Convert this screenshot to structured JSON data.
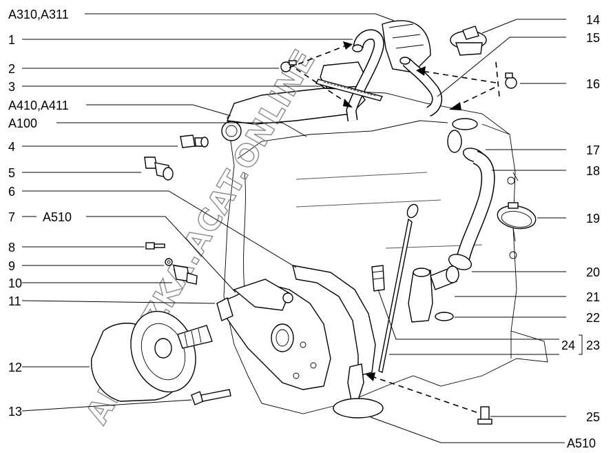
{
  "labels_left": [
    {
      "id": "a310",
      "text": "A310,A311"
    },
    {
      "id": "1",
      "text": "1"
    },
    {
      "id": "2",
      "text": "2"
    },
    {
      "id": "3",
      "text": "3"
    },
    {
      "id": "a410",
      "text": "A410,A411"
    },
    {
      "id": "a100",
      "text": "A100"
    },
    {
      "id": "4",
      "text": "4"
    },
    {
      "id": "5",
      "text": "5"
    },
    {
      "id": "6",
      "text": "6"
    },
    {
      "id": "7",
      "text": "7"
    },
    {
      "id": "a510_left",
      "text": "A510"
    },
    {
      "id": "8",
      "text": "8"
    },
    {
      "id": "9",
      "text": "9"
    },
    {
      "id": "10",
      "text": "10"
    },
    {
      "id": "11",
      "text": "11"
    },
    {
      "id": "12",
      "text": "12"
    },
    {
      "id": "13",
      "text": "13"
    }
  ],
  "labels_right": [
    {
      "id": "14",
      "text": "14"
    },
    {
      "id": "15",
      "text": "15"
    },
    {
      "id": "16",
      "text": "16"
    },
    {
      "id": "17",
      "text": "17"
    },
    {
      "id": "18",
      "text": "18"
    },
    {
      "id": "19",
      "text": "19"
    },
    {
      "id": "20",
      "text": "20"
    },
    {
      "id": "21",
      "text": "21"
    },
    {
      "id": "22",
      "text": "22"
    },
    {
      "id": "24",
      "text": "24"
    },
    {
      "id": "23",
      "text": "23"
    },
    {
      "id": "25",
      "text": "25"
    },
    {
      "id": "a510_right",
      "text": "A510"
    }
  ],
  "watermark": "AH-KAZKA.ACAT.ONLINE"
}
